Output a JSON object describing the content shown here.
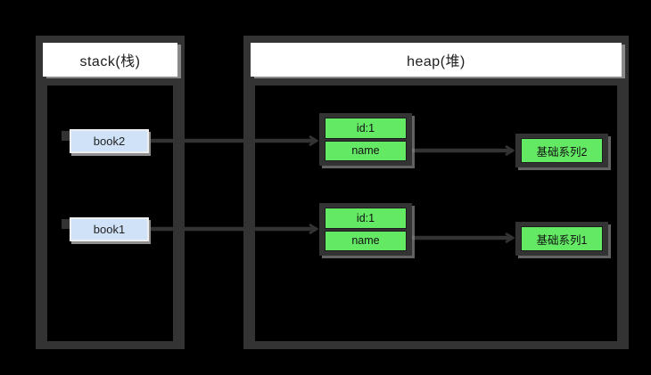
{
  "diagram": {
    "stack": {
      "title": "stack(栈)",
      "variables": [
        {
          "label": "book2"
        },
        {
          "label": "book1"
        }
      ]
    },
    "heap": {
      "title": "heap(堆)",
      "objects": [
        {
          "fields": [
            {
              "label": "id:1"
            },
            {
              "label": "name"
            }
          ]
        },
        {
          "fields": [
            {
              "label": "id:1"
            },
            {
              "label": "name"
            }
          ]
        }
      ],
      "values": [
        {
          "label": "基础系列2"
        },
        {
          "label": "基础系列1"
        }
      ]
    },
    "references": [
      {
        "from": "book2",
        "to": "object-1"
      },
      {
        "from": "object-1.name",
        "to": "基础系列2"
      },
      {
        "from": "book1",
        "to": "object-2"
      },
      {
        "from": "object-2.name",
        "to": "基础系列1"
      }
    ],
    "colors": {
      "background": "#000000",
      "frame": "#333333",
      "header_bg": "#ffffff",
      "header_text": "#1d1d1d",
      "variable_fill": "#cfe2f7",
      "object_fill": "#63e963",
      "arrow": "#333333"
    }
  }
}
